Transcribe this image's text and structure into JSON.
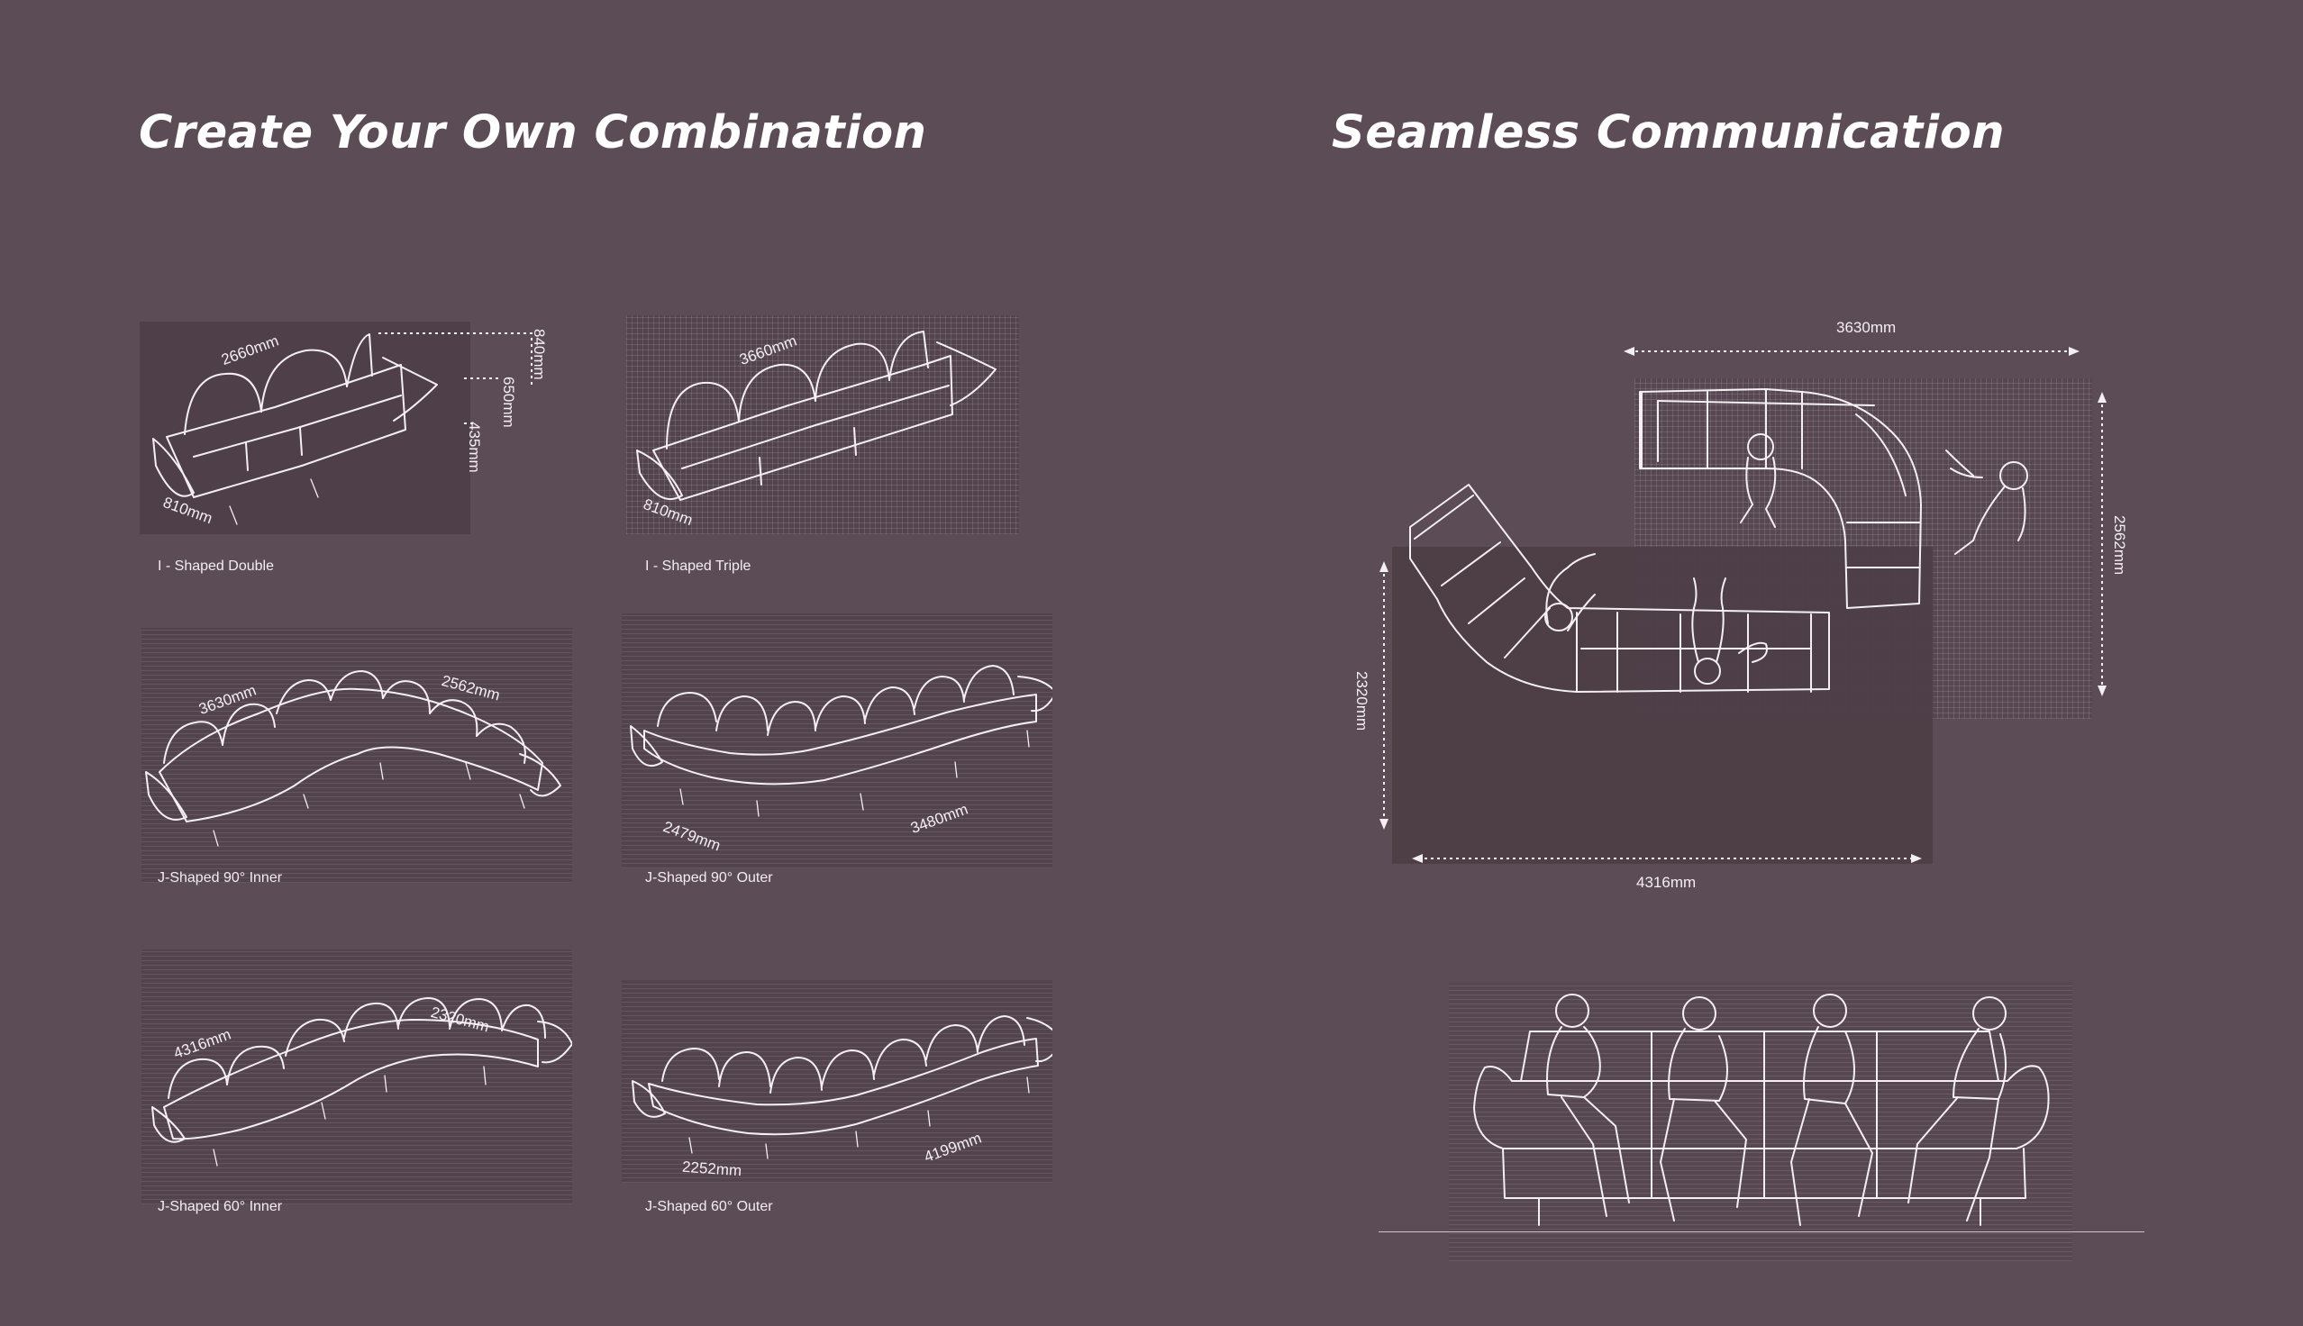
{
  "headings": {
    "left": "Create Your Own Combination",
    "right": "Seamless Communication"
  },
  "configurations": [
    {
      "caption": "I - Shaped Double",
      "dims": [
        "2660mm",
        "840mm",
        "650mm",
        "435mm",
        "810mm"
      ]
    },
    {
      "caption": "I - Shaped Triple",
      "dims": [
        "3660mm",
        "810mm"
      ]
    },
    {
      "caption": "J-Shaped 90° Inner",
      "dims": [
        "3630mm",
        "2562mm"
      ]
    },
    {
      "caption": "J-Shaped 90° Outer",
      "dims": [
        "2479mm",
        "3480mm"
      ]
    },
    {
      "caption": "J-Shaped 60° Inner",
      "dims": [
        "4316mm",
        "2320mm"
      ]
    },
    {
      "caption": "J-Shaped 60° Outer",
      "dims": [
        "2252mm",
        "4199mm"
      ]
    }
  ],
  "plan_view": {
    "dims": [
      "3630mm",
      "2562mm",
      "2320mm",
      "4316mm"
    ]
  },
  "colors": {
    "background": "#5c4c55",
    "panel": "#4e3f48",
    "line": "#f4eff2"
  }
}
